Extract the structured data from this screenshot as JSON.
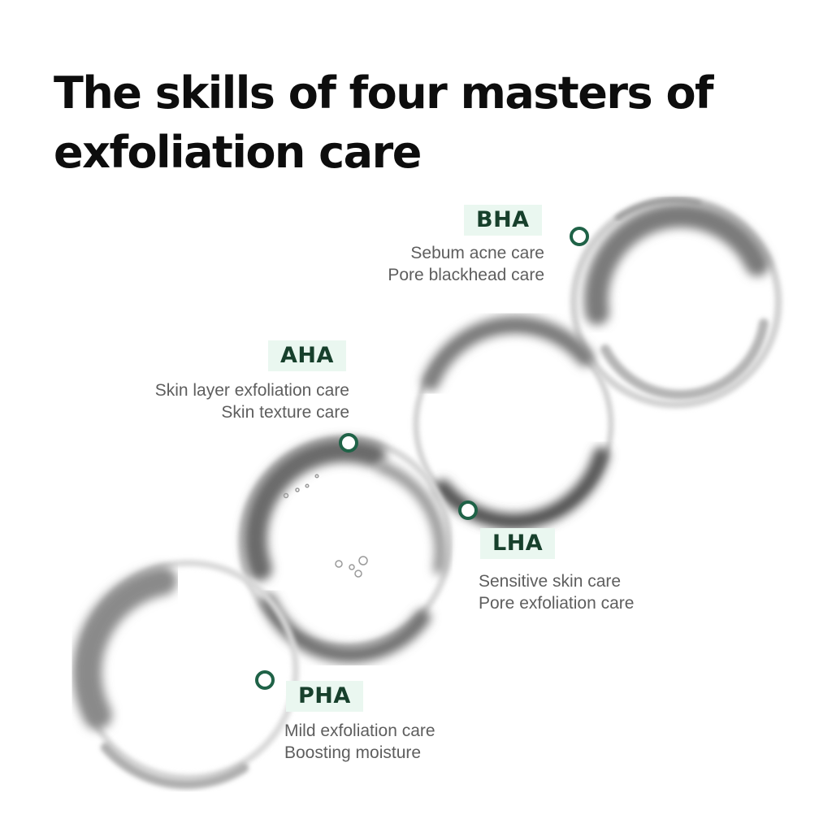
{
  "heading": {
    "line1": "The skills of four masters of",
    "line2": "exfoliation care"
  },
  "colors": {
    "accent": "#1f6247",
    "badge_bg": "#eaf7f0",
    "badge_text": "#17402c",
    "description": "#5e5e5e",
    "title": "#0d0d0d"
  },
  "acids": [
    {
      "name": "BHA",
      "lines": [
        "Sebum acne care",
        "Pore blackhead care"
      ]
    },
    {
      "name": "AHA",
      "lines": [
        "Skin layer exfoliation care",
        "Skin texture care"
      ]
    },
    {
      "name": "LHA",
      "lines": [
        "Sensitive skin care",
        "Pore exfoliation care"
      ]
    },
    {
      "name": "PHA",
      "lines": [
        "Mild exfoliation care",
        "Boosting moisture"
      ]
    }
  ]
}
